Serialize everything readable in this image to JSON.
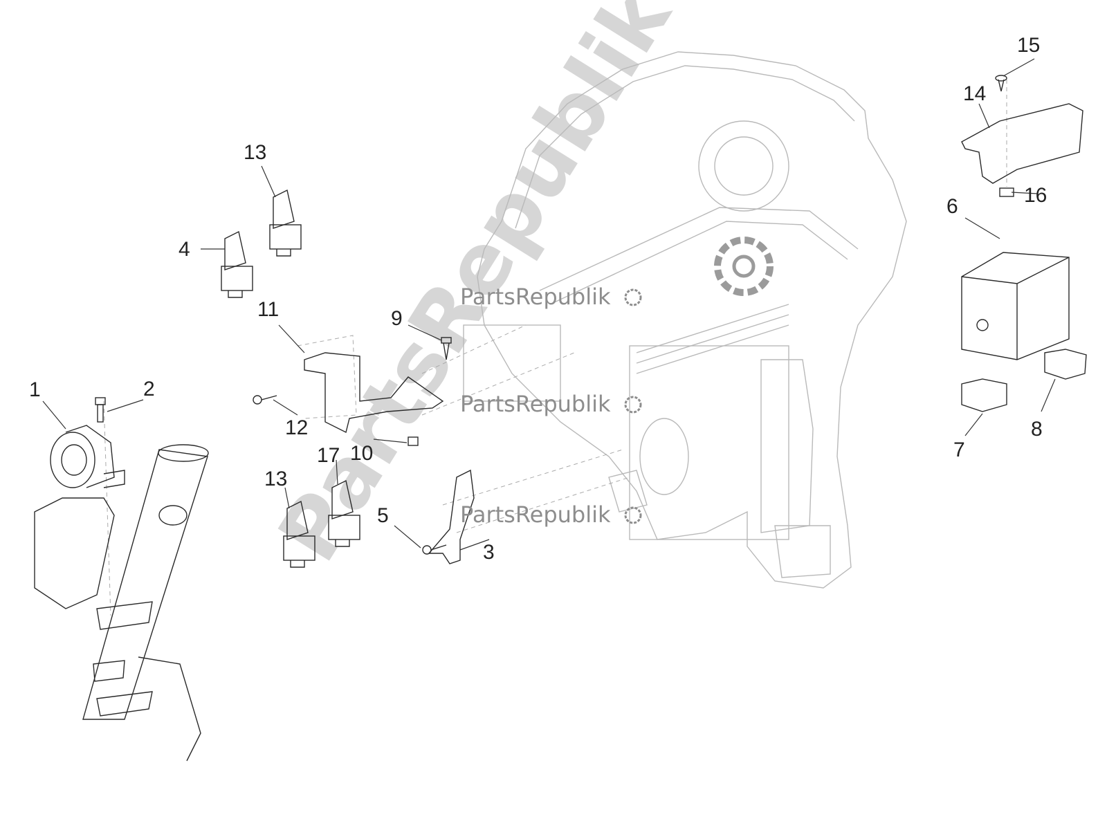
{
  "callouts": [
    {
      "id": "1",
      "label": "1"
    },
    {
      "id": "2",
      "label": "2"
    },
    {
      "id": "3",
      "label": "3"
    },
    {
      "id": "4",
      "label": "4"
    },
    {
      "id": "5",
      "label": "5"
    },
    {
      "id": "6",
      "label": "6"
    },
    {
      "id": "7",
      "label": "7"
    },
    {
      "id": "8",
      "label": "8"
    },
    {
      "id": "9",
      "label": "9"
    },
    {
      "id": "10",
      "label": "10"
    },
    {
      "id": "11",
      "label": "11"
    },
    {
      "id": "12",
      "label": "12"
    },
    {
      "id": "13a",
      "label": "13"
    },
    {
      "id": "13b",
      "label": "13"
    },
    {
      "id": "14",
      "label": "14"
    },
    {
      "id": "15",
      "label": "15"
    },
    {
      "id": "16",
      "label": "16"
    },
    {
      "id": "17",
      "label": "17"
    }
  ],
  "watermark": {
    "brand_text": "PartsRepublik",
    "big_text": "PartsRepublik"
  },
  "colors": {
    "part_stroke": "#2a2a2a",
    "body_stroke": "#b9b9b9",
    "watermark": "#8d8d8d"
  }
}
